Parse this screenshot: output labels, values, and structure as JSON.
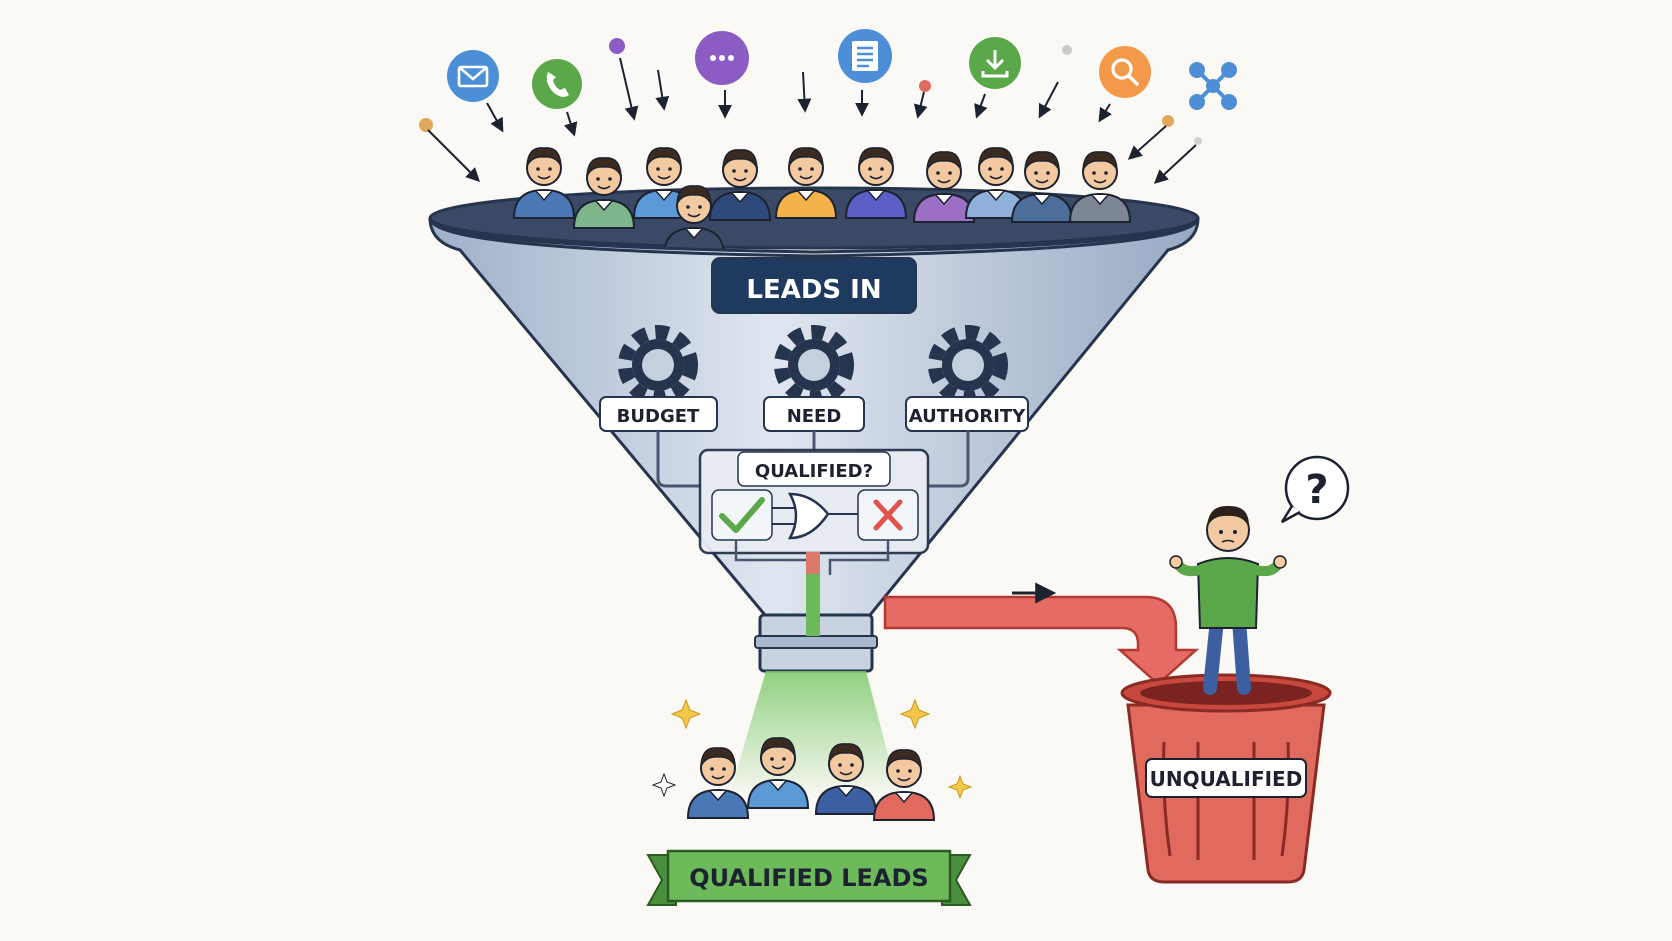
{
  "funnel": {
    "top_label": "LEADS IN",
    "criteria": [
      {
        "label": "BUDGET"
      },
      {
        "label": "NEED"
      },
      {
        "label": "AUTHORITY"
      }
    ],
    "gate_label": "QUALIFIED?"
  },
  "output": {
    "qualified_label": "QUALIFIED LEADS",
    "unqualified_label": "UNQUALIFIED",
    "question_mark": "?"
  },
  "source_icons": [
    "email-icon",
    "phone-icon",
    "chat-icon",
    "form-icon",
    "download-icon",
    "search-icon",
    "network-icon"
  ],
  "colors": {
    "navy": "#1f3a5f",
    "qualified_green": "#5ba84a",
    "reject_red": "#e0524a",
    "bin_red": "#e06a5e"
  }
}
